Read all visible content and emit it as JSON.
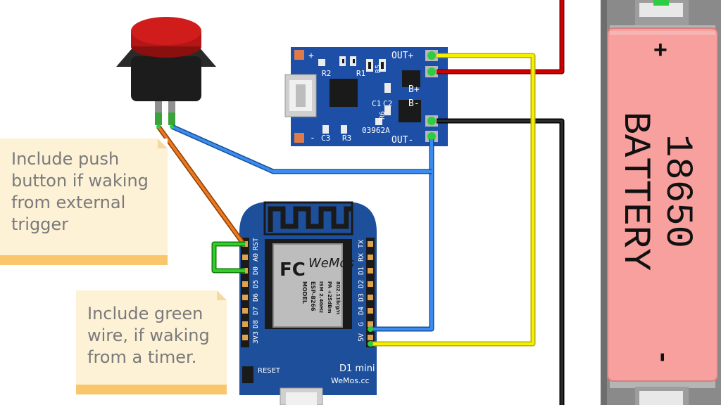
{
  "notes": {
    "push_button": [
      "Include push",
      "button if waking",
      "from external",
      "trigger"
    ],
    "green_wire": [
      "Include green",
      "wire, if waking",
      "from a timer."
    ]
  },
  "charger_module": {
    "labels_top": [
      "+",
      "OUT+",
      "R2",
      "R1",
      "R5"
    ],
    "labels_mid": [
      "B+",
      "B-",
      "C1",
      "C2",
      "R6"
    ],
    "labels_bottom": [
      "-",
      "C3",
      "R3",
      "03962A",
      "OUT-"
    ]
  },
  "battery": {
    "title": "BATTERY",
    "model": "18650",
    "plus": "+",
    "minus": "-"
  },
  "d1_mini": {
    "left_pins": [
      "RST",
      "A0",
      "D0",
      "D5",
      "D6",
      "D7",
      "D8",
      "3V3"
    ],
    "right_pins": [
      "TX",
      "RX",
      "D1",
      "D2",
      "D3",
      "D4",
      "G",
      "5V"
    ],
    "chip_lines": [
      "MODEL",
      "ESP-8266",
      "ISM 2.4GHz",
      "PA +25dBm",
      "802.11b/g/n"
    ],
    "brand": "WeMos",
    "fcc": "FC",
    "reset_label": "RESET",
    "board_name": "D1 mini",
    "website": "WeMos.cc"
  },
  "colors": {
    "wire_red": "#cc0000",
    "wire_black": "#1a1a1a",
    "wire_yellow": "#f2ea00",
    "wire_blue": "#2a7bd6",
    "wire_orange": "#e07018",
    "wire_green": "#27c21e",
    "board_blue": "#1d4f9a",
    "battery_pink": "#f7a09d",
    "note_bg": "#fdf1d6",
    "note_bar": "#f9c66b"
  }
}
